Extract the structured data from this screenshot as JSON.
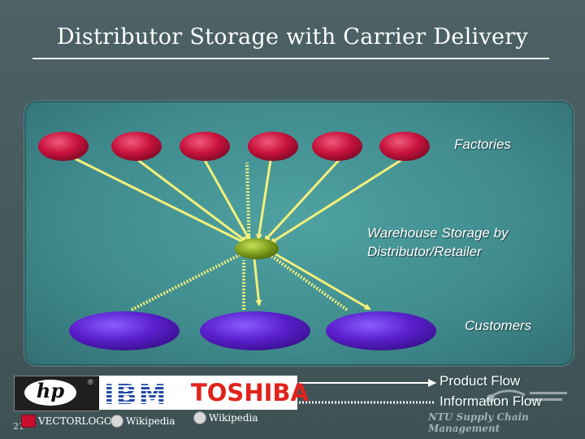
{
  "title": "Distributor Storage with Carrier Delivery",
  "labels": {
    "factories": "Factories",
    "warehouse_line1": "Warehouse Storage by",
    "warehouse_line2": "Distributor/Retailer",
    "customers": "Customers"
  },
  "legend": {
    "product_flow": "Product Flow",
    "information_flow": "Information Flow"
  },
  "logos": {
    "hp": "hp",
    "ibm": "IBM",
    "toshiba": "TOSHIBA"
  },
  "footer": {
    "page_number": "21",
    "credit_1": "VECTORLOGO",
    "credit_2": "Wikipedia",
    "credit_3": "Wikipedia",
    "course": "NTU Supply Chain Management"
  },
  "colors": {
    "factory": "#c8123c",
    "warehouse": "#7a9a1a",
    "customer": "#5a1fcc",
    "flow": "#f3f07a",
    "panel": "#4a9a9c"
  },
  "diagram": {
    "factory_count": 6,
    "customer_count": 3
  }
}
